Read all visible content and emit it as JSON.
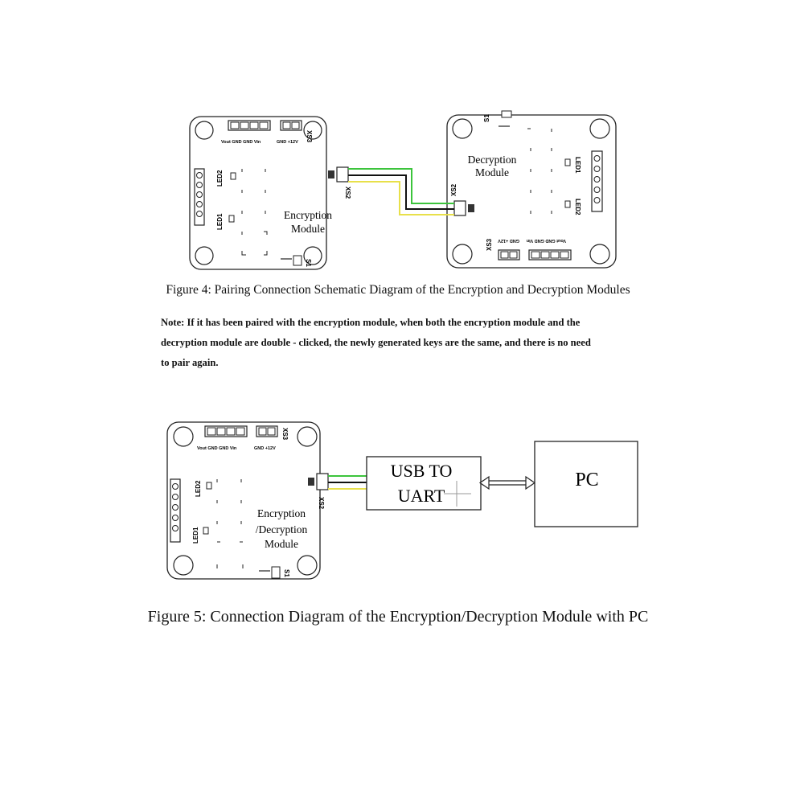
{
  "figure4": {
    "caption": "Figure 4: Pairing Connection Schematic Diagram of the Encryption and Decryption Modules",
    "encryption_module": {
      "name_line1": "Encryption",
      "name_line2": "Module",
      "header_label": "XS3",
      "pin_labels": "Vout GND GND Vin",
      "pin_labels_right": "GND +12V",
      "led1": "LED1",
      "led2": "LED2",
      "port": "XS2",
      "switch": "S1"
    },
    "decryption_module": {
      "name_line1": "Decryption",
      "name_line2": "Module",
      "header_label": "XS3",
      "pin_labels": "Vout GND GND Vin",
      "pin_labels_right": "GND +12V",
      "led1": "LED1",
      "led2": "LED2",
      "port": "XS2",
      "switch": "S1"
    }
  },
  "note": {
    "line1": "Note: If it has been paired with the encryption module, when both the encryption module and the",
    "line2": "decryption module are double - clicked, the newly generated keys are the same, and there is no need",
    "line3": "to pair again."
  },
  "figure5": {
    "caption": "Figure 5: Connection Diagram of the Encryption/Decryption Module with PC",
    "module": {
      "name_line1": "Encryption",
      "name_line2": "/Decryption",
      "name_line3": "Module",
      "header_label": "XS3",
      "pin_labels": "Vout GND GND Vin",
      "pin_labels_right": "GND +12V",
      "led1": "LED1",
      "led2": "LED2",
      "port": "XS2",
      "switch": "S1"
    },
    "usb_box": {
      "line1": "USB  TO",
      "line2": "UART"
    },
    "pc_box": {
      "label": "PC"
    }
  },
  "colors": {
    "wire_green": "#3cc43c",
    "wire_yellow": "#e8e04a",
    "wire_black": "#111111",
    "outline": "#222222"
  }
}
